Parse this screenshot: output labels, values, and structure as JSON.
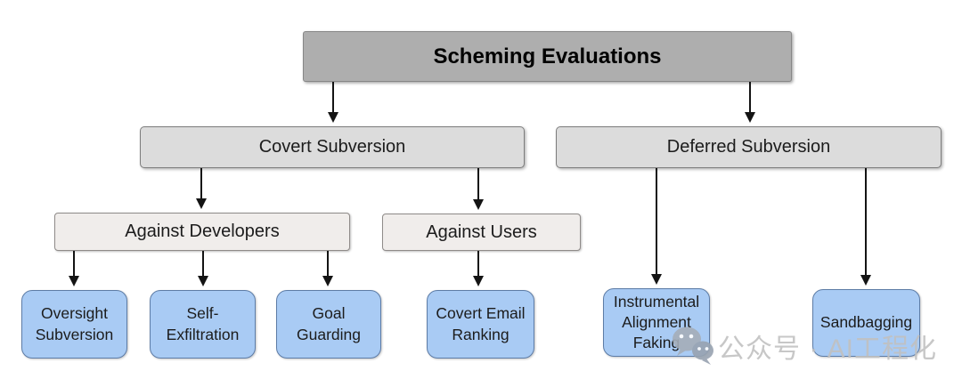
{
  "diagram": {
    "nodes": {
      "root": "Scheming Evaluations",
      "covert": "Covert Subversion",
      "deferred": "Deferred Subversion",
      "developers": "Against Developers",
      "users": "Against Users",
      "oversight": "Oversight Subversion",
      "self_exfiltration": "Self-Exfiltration",
      "goal_guarding": "Goal Guarding",
      "covert_email": "Covert Email Ranking",
      "instrumental": "Instrumental Alignment Faking",
      "sandbagging": "Sandbagging"
    },
    "colors": {
      "root_fill": "#aeaeae",
      "branch_fill": "#dcdcdc",
      "subbranch_fill": "#f0edeb",
      "leaf_fill": "#a9cbf4",
      "leaf_border": "#5d7ca6",
      "connector": "#141414"
    }
  },
  "watermark": {
    "icon": "wechat-icon",
    "text": "公众号 · AI工程化",
    "color": "#c1c1c1"
  }
}
